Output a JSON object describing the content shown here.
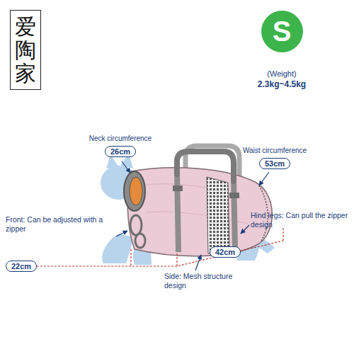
{
  "diagram": {
    "nodes": [
      {
        "text": [
          "爱陶家"
        ]
      },
      {
        "text": [
          "S"
        ]
      },
      {
        "text": [
          "26cm"
        ]
      },
      {
        "text": [
          "53cm"
        ]
      },
      {
        "text": [
          "42cm"
        ]
      },
      {
        "text": [
          "22cm"
        ]
      }
    ],
    "labels": [
      "(Weight)",
      "2.3kg~4.5kg",
      "Neck circumference",
      "Waist circumference",
      "Front: Can be adjusted with a zipper",
      "Hind legs: Can pull the zipper design",
      "Side: Mesh structure design"
    ]
  }
}
